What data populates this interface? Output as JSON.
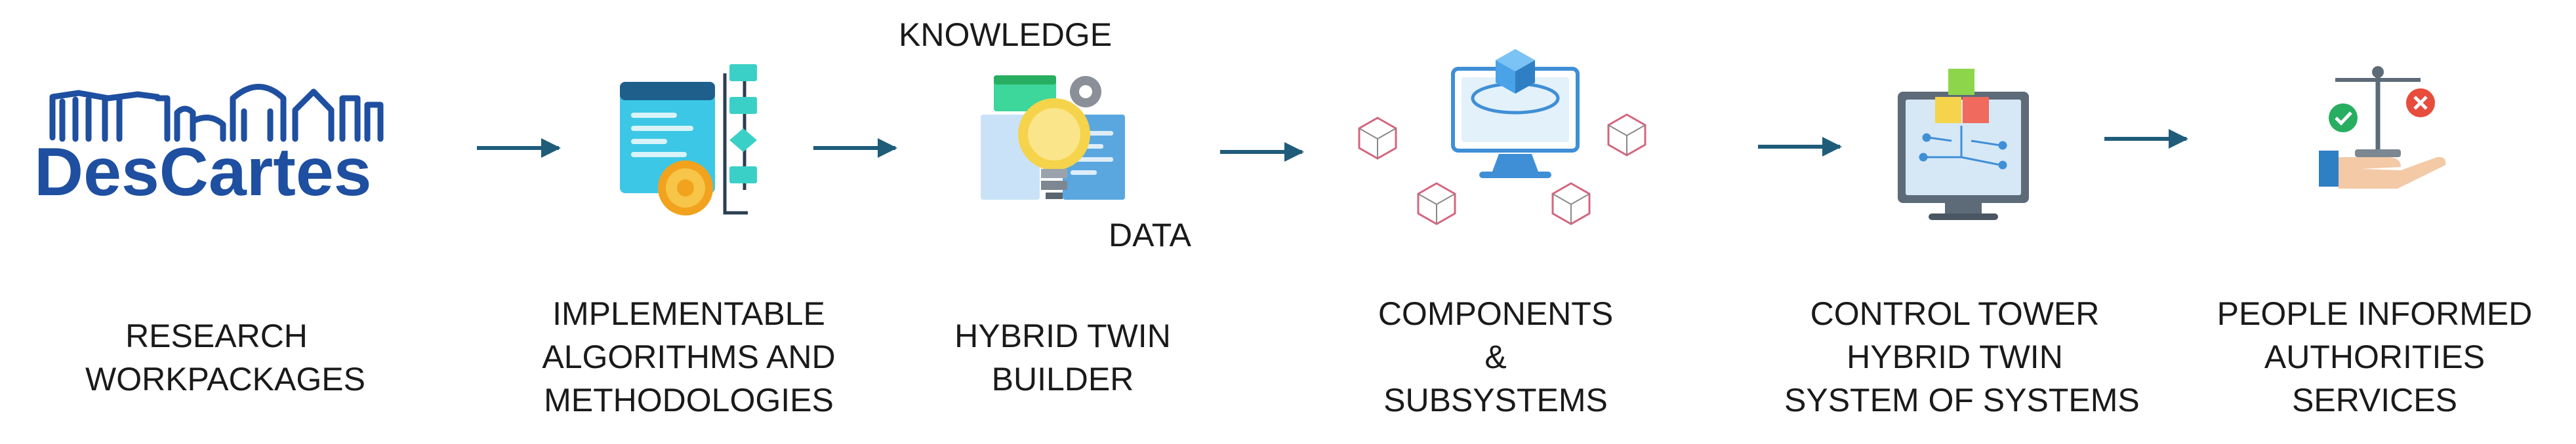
{
  "logo": {
    "wordmark": "DesCartes"
  },
  "labels": {
    "knowledge": "KNOWLEDGE",
    "data": "DATA"
  },
  "steps": [
    {
      "id": "research",
      "lines": [
        "RESEARCH",
        "WORKPACKAGES"
      ]
    },
    {
      "id": "algorithms",
      "lines": [
        "IMPLEMENTABLE",
        "ALGORITHMS AND",
        "METHODOLOGIES"
      ]
    },
    {
      "id": "builder",
      "lines": [
        "HYBRID TWIN",
        "BUILDER"
      ]
    },
    {
      "id": "components",
      "lines": [
        "COMPONENTS",
        "&",
        "SUBSYSTEMS"
      ]
    },
    {
      "id": "control-tower",
      "lines": [
        "CONTROL TOWER",
        "HYBRID TWIN",
        "SYSTEM OF SYSTEMS"
      ]
    },
    {
      "id": "people",
      "lines": [
        "PEOPLE INFORMED",
        "AUTHORITIES",
        "SERVICES"
      ]
    }
  ],
  "colors": {
    "arrow": "#1f5c7a",
    "logo_blue": "#1e4fa0",
    "icon_blue": "#2f8fd8",
    "icon_cyan": "#3cc7e6",
    "icon_orange": "#f2a21c",
    "icon_green": "#27ae60",
    "icon_red": "#e74c3c",
    "cube_pink": "#d4667f"
  }
}
